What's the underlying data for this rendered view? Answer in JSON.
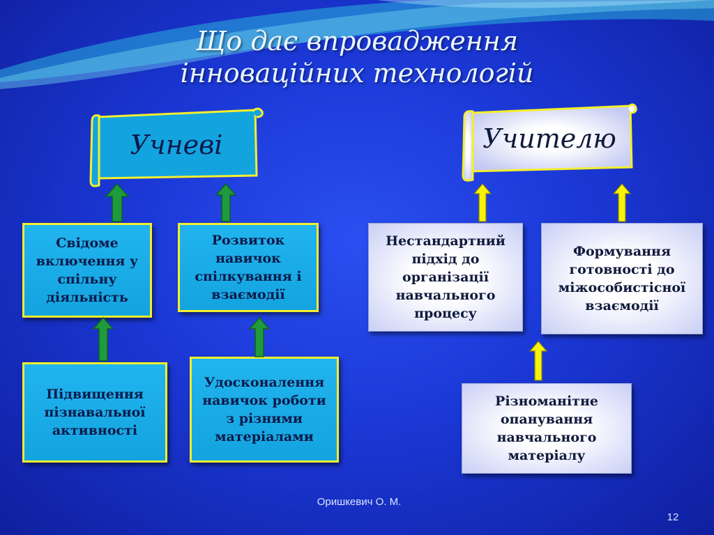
{
  "title": {
    "line1": "Що дає впровадження",
    "line2": "інноваційних технологій"
  },
  "students": {
    "label": "Учневі",
    "boxes": [
      "Свідоме включення у спільну діяльність",
      "Розвиток навичок спілкування і взаємодії",
      "Підвищення пізнавальної активності",
      "Удосконалення навичок роботи з різними матеріалами"
    ]
  },
  "teacher": {
    "label": "Учителю",
    "boxes": [
      "Нестандартний підхід до організації навчального процесу",
      "Формування готовності до міжособистісної взаємодії",
      "Різноманітне опанування навчального матеріалу"
    ]
  },
  "footer": {
    "author": "Оришкевич О.  М.",
    "page": "12"
  },
  "colors": {
    "background": "#1b38d6",
    "cyan_box": "#13a4e0",
    "box_border": "#f4ef2c",
    "green_arrow": "#1f9a3c",
    "yellow_arrow": "#f7f20a"
  }
}
